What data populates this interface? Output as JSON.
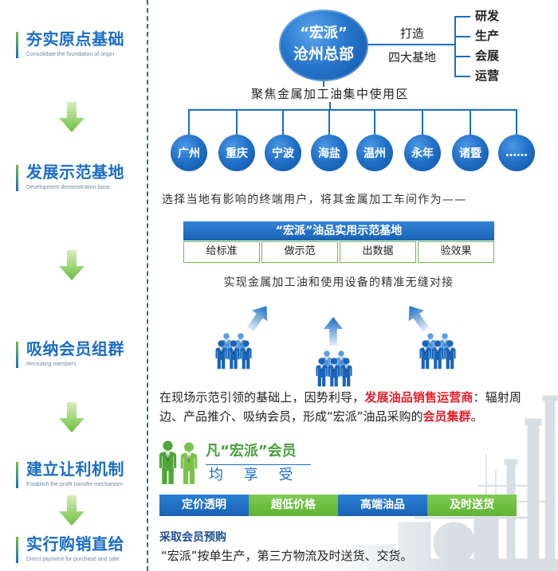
{
  "colors": {
    "primary_blue": "#1a6dc4",
    "accent_green": "#6cbf3f",
    "highlight_red": "#e3202b",
    "member_green": "#46a13a"
  },
  "icons": {
    "stage_arrow": "arrow-down-icon",
    "upward_arrow": "arrow-up-icon",
    "people_group": "people-group-icon",
    "member_people": "member-people-icon"
  },
  "stages": [
    {
      "title": "夯实原点基础",
      "subtitle": "Consolidate the foundation of origin"
    },
    {
      "title": "发展示范基地",
      "subtitle": "Development demonstration base"
    },
    {
      "title": "吸纳会员组群",
      "subtitle": "Recruiting members"
    },
    {
      "title": "建立让利机制",
      "subtitle": "Establish the profit transfer mechanism"
    },
    {
      "title": "实行购销直给",
      "subtitle": "Direct payment for purchase and sale"
    }
  ],
  "headquarters": {
    "name_line1": "“宏派”",
    "name_line2": "沧州总部",
    "verb": "打造",
    "object": "四大基地",
    "bases": [
      "研发",
      "生产",
      "会展",
      "运营"
    ]
  },
  "focus_area": {
    "title": "聚焦金属加工油集中使用区",
    "cities": [
      "广州",
      "重庆",
      "宁波",
      "海盐",
      "温州",
      "永年",
      "诸暨",
      "……"
    ]
  },
  "demo_base": {
    "intro": "选择当地有影响的终端用户，将其金属加工车间作为——",
    "header": "“宏派”油品实用示范基地",
    "cells": [
      "给标准",
      "做示范",
      "出数据",
      "验效果"
    ],
    "result": "实现金属加工油和使用设备的精准无缝对接"
  },
  "operator_paragraph": {
    "part_1": "在现场示范引领的基础上，因势利导，",
    "highlight_1": "发展油品销售运营商",
    "part_2": "：辐射周边、产品推介、吸纳会员，形成“宏派”油品采购的",
    "highlight_2": "会员集群",
    "part_3": "。"
  },
  "member_benefits": {
    "title": "凡“宏派”会员",
    "subtitle": "均 享 受",
    "items": [
      "定价透明",
      "超低价格",
      "高端油品",
      "及时送货"
    ]
  },
  "direct_supply": {
    "title": "采取会员预购",
    "text": "“宏派”按单生产，第三方物流及时送货、交货。"
  }
}
